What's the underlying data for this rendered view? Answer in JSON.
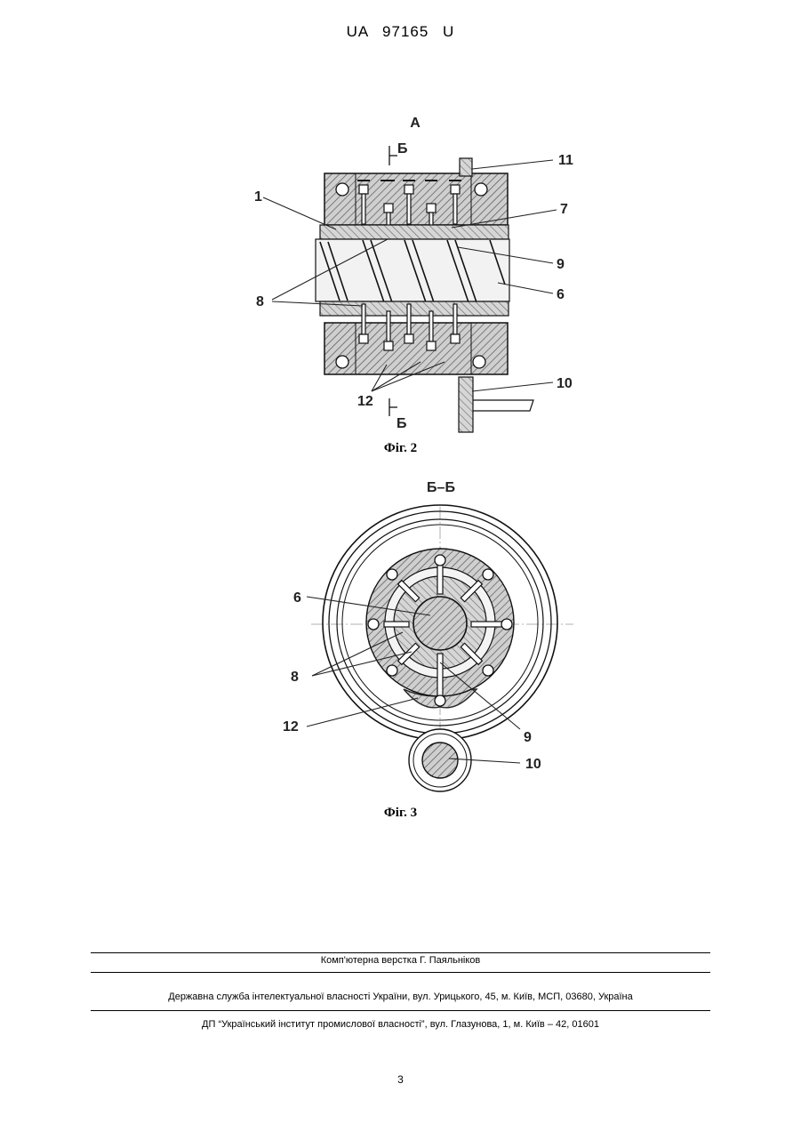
{
  "header": {
    "patent_number": "UA   97165   U"
  },
  "fig2": {
    "view_label": "А",
    "section_mark_top": "Б",
    "section_mark_bottom": "Б",
    "labels": {
      "l1": "1",
      "l11": "11",
      "l7": "7",
      "l9": "9",
      "l6": "6",
      "l8": "8",
      "l12": "12",
      "l10": "10"
    },
    "caption": "Фіг. 2"
  },
  "fig3": {
    "section_title": "Б–Б",
    "labels": {
      "l6": "6",
      "l8": "8",
      "l12": "12",
      "l9": "9",
      "l10": "10"
    },
    "caption": "Фіг. 3"
  },
  "footer": {
    "layout_credit": "Комп'ютерна верстка Г. Паяльніков",
    "agency": "Державна служба інтелектуальної власності України, вул. Урицького, 45, м. Київ, МСП, 03680, Україна",
    "institute": "ДП “Український інститут промислової власності”, вул. Глазунова, 1, м. Київ – 42, 01601"
  },
  "page_number": "3"
}
